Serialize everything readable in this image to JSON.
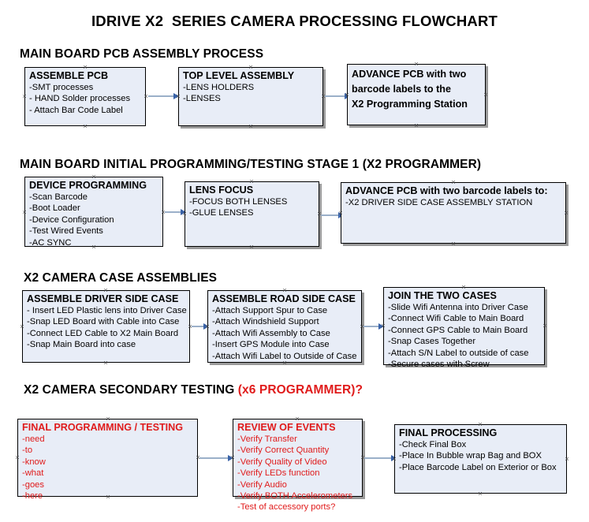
{
  "title": "IDRIVE X2  SERIES CAMERA PROCESSING FLOWCHART",
  "colors": {
    "box_fill": "#e8edf7",
    "box_border": "#000000",
    "arrow_line": "#9bb0c9",
    "arrow_head": "#3a63a8",
    "red_text": "#e01b1b",
    "shadow": "#9a9a9a",
    "background": "#ffffff"
  },
  "sections": [
    {
      "id": "main-board-pcb-assembly",
      "heading": "MAIN BOARD PCB ASSEMBLY PROCESS",
      "heading_suffix": "",
      "boxes": [
        {
          "id": "assemble-pcb",
          "title": "ASSEMBLE PCB",
          "lines": [
            "-SMT processes",
            "- HAND Solder processes",
            "- Attach Bar Code Label"
          ]
        },
        {
          "id": "top-level-assembly",
          "title": "TOP LEVEL ASSEMBLY",
          "lines": [
            "-LENS HOLDERS",
            "-LENSES"
          ]
        },
        {
          "id": "advance-pcb-to-x2-programming-station",
          "title_lines": [
            "ADVANCE PCB with two",
            "barcode labels to the",
            " X2 Programming Station"
          ],
          "lines": []
        }
      ]
    },
    {
      "id": "main-board-initial-programming",
      "heading": "MAIN BOARD INITIAL PROGRAMMING/TESTING STAGE 1 (X2 PROGRAMMER)",
      "heading_suffix": "",
      "boxes": [
        {
          "id": "device-programming",
          "title": "DEVICE PROGRAMMING",
          "lines": [
            "-Scan Barcode",
            "-Boot Loader",
            "-Device Configuration",
            "-Test Wired Events",
            "-AC SYNC"
          ]
        },
        {
          "id": "lens-focus",
          "title": "LENS FOCUS",
          "lines": [
            "-FOCUS BOTH LENSES",
            "-GLUE LENSES"
          ]
        },
        {
          "id": "advance-pcb-to-driver-side-case-station",
          "title": "ADVANCE PCB with two barcode labels to:",
          "lines": [
            "-X2 DRIVER  SIDE  CASE  ASSEMBLY STATION"
          ]
        }
      ]
    },
    {
      "id": "x2-camera-case-assemblies",
      "heading": "X2 CAMERA CASE ASSEMBLIES",
      "heading_suffix": "",
      "boxes": [
        {
          "id": "assemble-driver-side-case",
          "title": "ASSEMBLE DRIVER SIDE CASE",
          "lines": [
            "- Insert LED Plastic lens into Driver Case",
            "-Snap LED Board with Cable into Case",
            "-Connect LED Cable to X2 Main Board",
            "-Snap Main Board into case"
          ]
        },
        {
          "id": "assemble-road-side-case",
          "title": "ASSEMBLE ROAD SIDE CASE",
          "lines": [
            "-Attach Support Spur to Case",
            "-Attach Windshield Support",
            "-Attach Wifi Assembly to Case",
            "-Insert GPS Module into Case",
            "-Attach Wifi Label to Outside of Case"
          ]
        },
        {
          "id": "join-the-two-cases",
          "title": "JOIN THE TWO CASES",
          "lines": [
            "-Slide Wifi Antenna into Driver Case",
            "-Connect Wifi Cable to Main Board",
            "-Connect GPS Cable to Main Board",
            "-Snap Cases Together",
            "-Attach S/N Label to outside of case",
            "-Secure cases with Screw"
          ]
        }
      ]
    },
    {
      "id": "x2-camera-secondary-testing",
      "heading": "X2 CAMERA SECONDARY TESTING ",
      "heading_suffix": "(x6 PROGRAMMER)?",
      "boxes": [
        {
          "id": "final-programming-testing",
          "title": "FINAL PROGRAMMING / TESTING",
          "lines": [
            "-need",
            "-to",
            "-know",
            "-what",
            "-goes",
            "-here"
          ]
        },
        {
          "id": "review-of-events",
          "title": "REVIEW OF EVENTS",
          "lines": [
            "-Verify Transfer",
            "-Verify Correct Quantity",
            "-Verify Quality of Video",
            "-Verify LEDs function",
            "-Verify Audio",
            "-Verify BOTH Accelerometers",
            "-Test of accessory ports?"
          ]
        },
        {
          "id": "final-processing",
          "title": "FINAL PROCESSING",
          "lines": [
            " -Check Final Box",
            "-Place In Bubble wrap Bag and BOX",
            "-Place Barcode Label on Exterior or Box"
          ]
        }
      ]
    }
  ]
}
